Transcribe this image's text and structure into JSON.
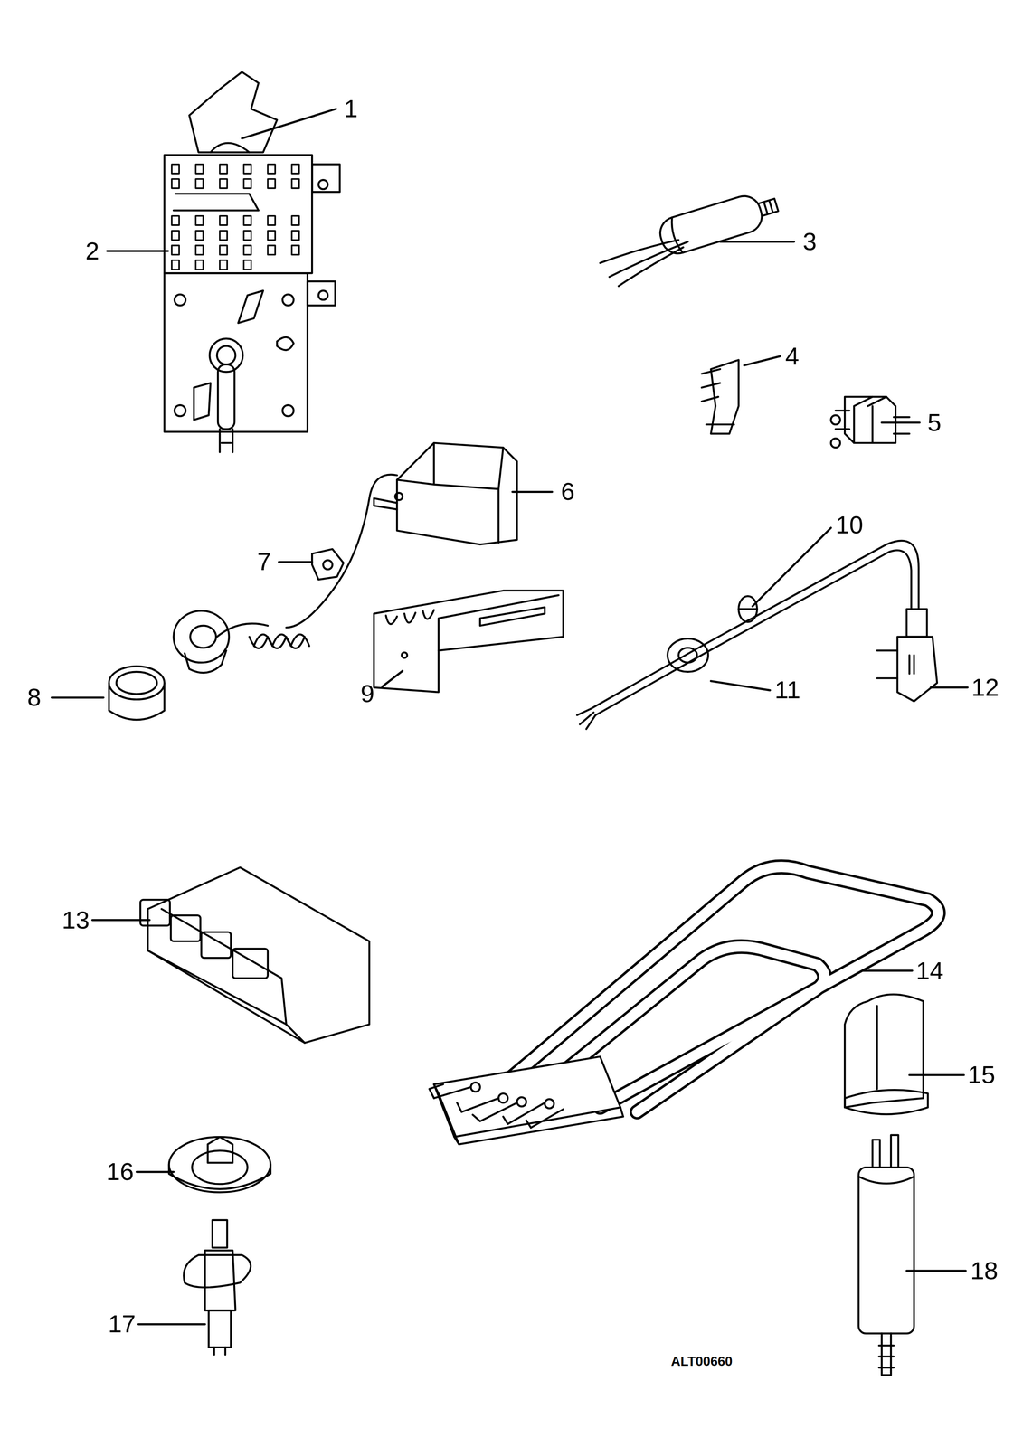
{
  "diagram": {
    "labels": [
      "1",
      "2",
      "3",
      "4",
      "5",
      "6",
      "7",
      "8",
      "9",
      "10",
      "11",
      "12",
      "13",
      "14",
      "15",
      "16",
      "17",
      "18",
      "ALT00660"
    ]
  }
}
